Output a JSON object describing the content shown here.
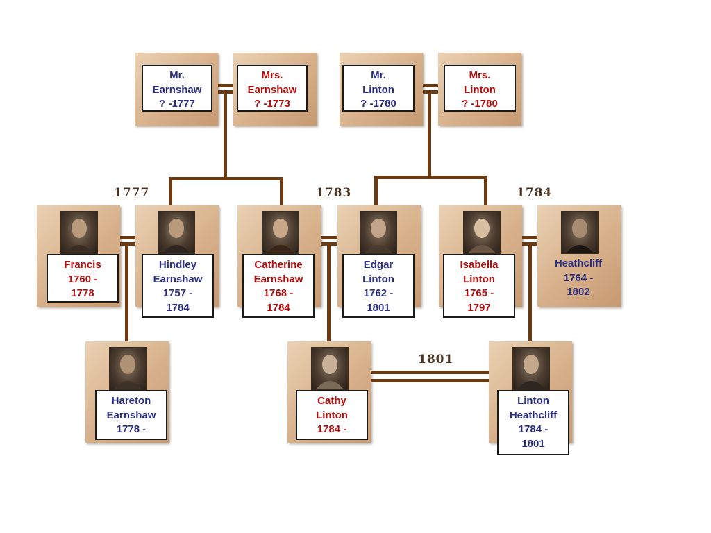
{
  "people": {
    "mr_earnshaw": {
      "line1": "Mr.",
      "line2": "Earnshaw",
      "line3": "? -1777",
      "line4": ""
    },
    "mrs_earnshaw": {
      "line1": "Mrs.",
      "line2": "Earnshaw",
      "line3": "? -1773",
      "line4": ""
    },
    "mr_linton": {
      "line1": "Mr.",
      "line2": "Linton",
      "line3": "? -1780",
      "line4": ""
    },
    "mrs_linton": {
      "line1": "Mrs.",
      "line2": "Linton",
      "line3": "? -1780",
      "line4": ""
    },
    "francis": {
      "line1": "Francis",
      "line2": "1760 -",
      "line3": "1778",
      "line4": ""
    },
    "hindley": {
      "line1": "Hindley",
      "line2": "Earnshaw",
      "line3": "1757 -",
      "line4": "1784"
    },
    "catherine": {
      "line1": "Catherine",
      "line2": "Earnshaw",
      "line3": "1768 -",
      "line4": "1784"
    },
    "edgar": {
      "line1": "Edgar",
      "line2": "Linton",
      "line3": "1762 -",
      "line4": "1801"
    },
    "isabella": {
      "line1": "Isabella",
      "line2": "Linton",
      "line3": "1765 -",
      "line4": "1797"
    },
    "heathcliff": {
      "line1": "Heathcliff",
      "line2": "1764 -",
      "line3": "1802",
      "line4": ""
    },
    "hareton": {
      "line1": "Hareton",
      "line2": "Earnshaw",
      "line3": "1778 -",
      "line4": ""
    },
    "cathy": {
      "line1": "Cathy",
      "line2": "Linton",
      "line3": "1784 -",
      "line4": ""
    },
    "linton_heathcliff": {
      "line1": "Linton",
      "line2": "Heathcliff",
      "line3": "1784 -",
      "line4": "1801"
    }
  },
  "marriage_years": {
    "francis_hindley": "1777",
    "catherine_edgar": "1783",
    "isabella_heathcliff": "1784",
    "cathy_linton": "1801"
  },
  "colors": {
    "male": "#2b2f82",
    "female": "#b30d0d",
    "line": "#6b3a12",
    "tile": "#d7b08a"
  }
}
